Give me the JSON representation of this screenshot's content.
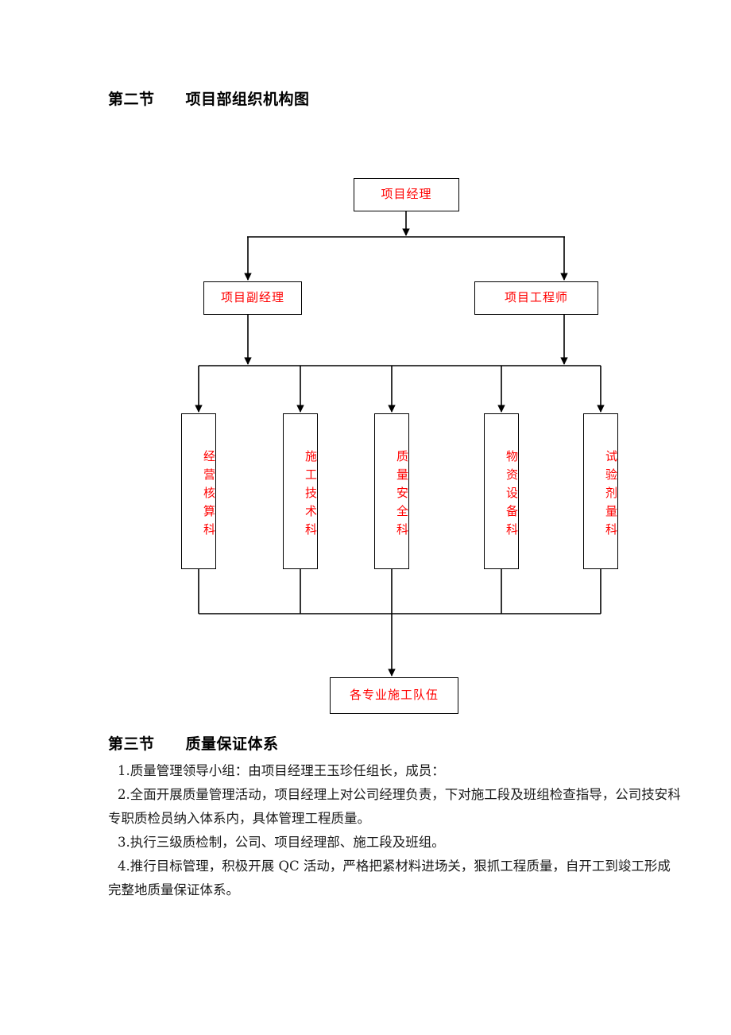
{
  "document": {
    "sections": [
      {
        "id": "sec2",
        "label": "第二节",
        "title": "项目部组织机构图",
        "heading_text": "第二节　　项目部组织机构图"
      },
      {
        "id": "sec3",
        "label": "第三节",
        "title": "质量保证体系",
        "heading_text": "第三节　　质量保证体系"
      }
    ]
  },
  "org_chart": {
    "title": "项目部组织机构图",
    "text_color": "#ff0000",
    "border_color": "#000000",
    "levels": [
      {
        "level": 1,
        "nodes": [
          {
            "label": "项目经理"
          }
        ]
      },
      {
        "level": 2,
        "nodes": [
          {
            "label": "项目副经理"
          },
          {
            "label": "项目工程师"
          }
        ]
      },
      {
        "level": 3,
        "nodes": [
          {
            "label": "经营核算科"
          },
          {
            "label": "施工技术科"
          },
          {
            "label": "质量安全科"
          },
          {
            "label": "物资设备科"
          },
          {
            "label": "试验剂量科"
          }
        ]
      },
      {
        "level": 4,
        "nodes": [
          {
            "label": "各专业施工队伍"
          }
        ]
      }
    ],
    "nodes": {
      "manager": "项目经理",
      "deputy_manager": "项目副经理",
      "project_engineer": "项目工程师",
      "dept_1": "经营核算科",
      "dept_2": "施工技术科",
      "dept_3": "质量安全科",
      "dept_4": "物资设备科",
      "dept_5": "试验剂量科",
      "teams": "各专业施工队伍"
    }
  },
  "quality_system": {
    "heading": "质量保证体系",
    "items": [
      "1.质量管理领导小组：由项目经理王玉珍任组长，成员：",
      "2.全面开展质量管理活动，项目经理上对公司经理负责，下对施工段及班组检查指导，公司技安科专职质检员纳入体系内，具体管理工程质量。",
      "3.执行三级质检制，公司、项目经理部、施工段及班组。",
      "4.推行目标管理，积极开展 QC 活动，严格把紧材料进场关，狠抓工程质量，自开工到竣工形成完整地质量保证体系。"
    ]
  }
}
